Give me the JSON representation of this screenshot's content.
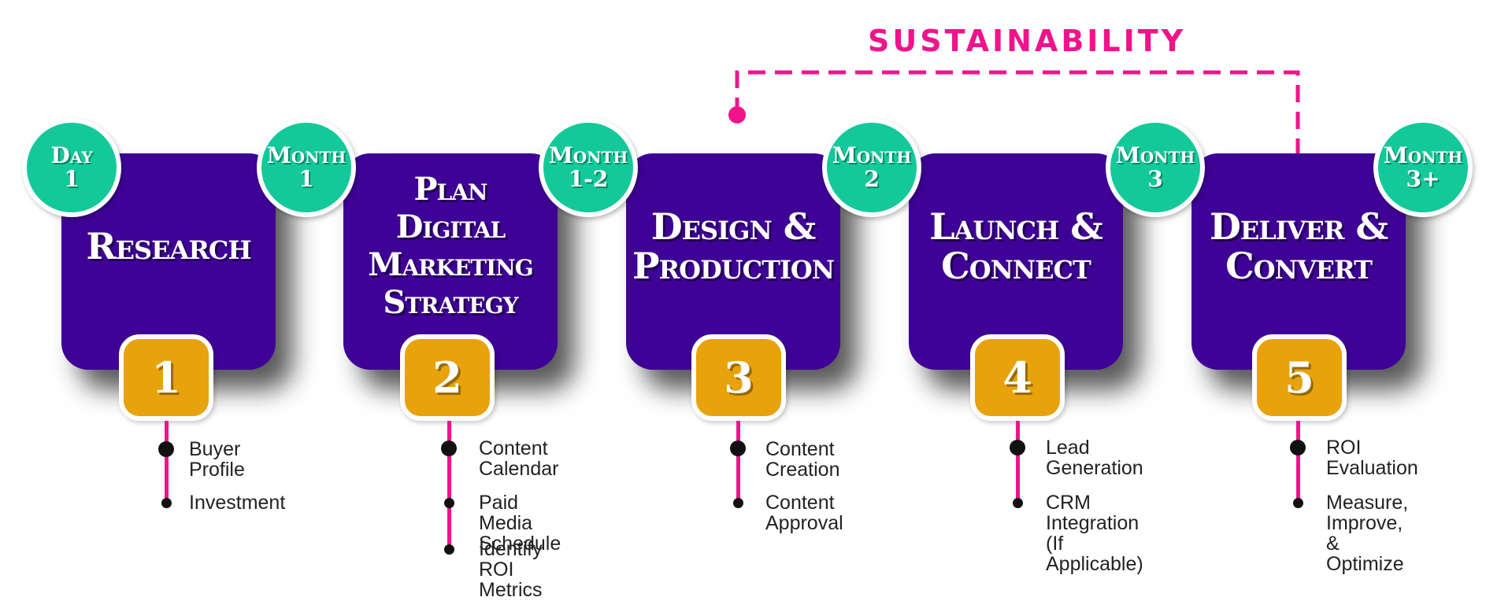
{
  "colors": {
    "card": "#3e0396",
    "badge": "#13c99a",
    "number": "#e8a20b",
    "accent": "#f0148c"
  },
  "sustainability": {
    "label": "SUSTAINABILITY"
  },
  "steps": [
    {
      "badge": [
        "Day",
        "1"
      ],
      "title": "Research",
      "number": "1",
      "items": [
        "Buyer Profile",
        "Investment"
      ]
    },
    {
      "badge": [
        "Month",
        "1"
      ],
      "title": "Plan\nDigital\nMarketing\nStrategy",
      "number": "2",
      "items": [
        "Content Calendar",
        "Paid Media Schedule",
        "Identify ROI Metrics"
      ]
    },
    {
      "badge": [
        "Month",
        "1-2"
      ],
      "title": "Design &\nProduction",
      "number": "3",
      "items": [
        "Content Creation",
        "Content Approval"
      ]
    },
    {
      "badge": [
        "Month",
        "2"
      ],
      "title": "Launch &\nConnect",
      "number": "4",
      "items": [
        "Lead Generation",
        "CRM Integration\n(If Applicable)"
      ]
    },
    {
      "badge": [
        "Month",
        "3"
      ],
      "title": "Deliver &\nConvert",
      "number": "5",
      "items": [
        "ROI Evaluation",
        "Measure, Improve,\n& Optimize"
      ]
    }
  ],
  "final_badge": [
    "Month",
    "3+"
  ]
}
